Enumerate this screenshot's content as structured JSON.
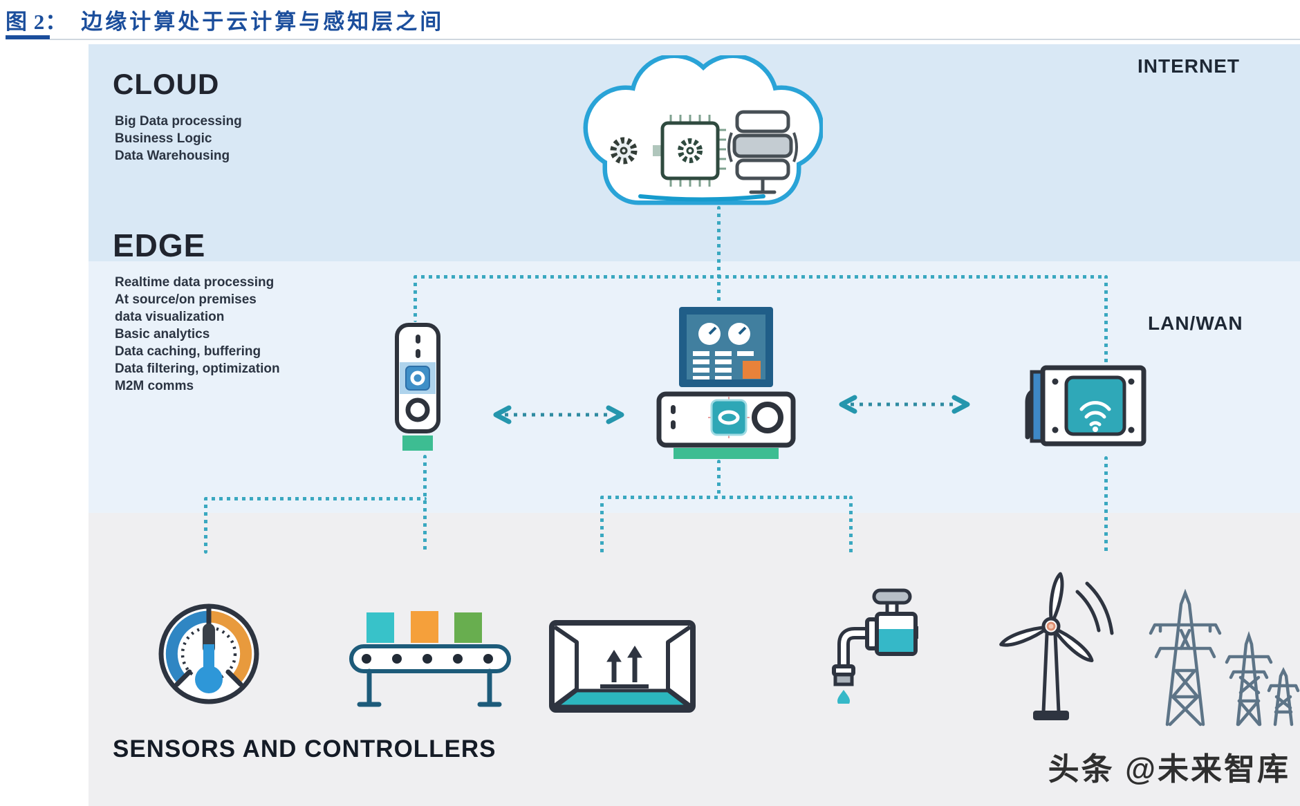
{
  "figure": {
    "label": "图 2：",
    "title": "边缘计算处于云计算与感知层之间"
  },
  "layers": {
    "cloud": {
      "heading": "CLOUD",
      "bullets": [
        "Big Data processing",
        "Business Logic",
        "Data Warehousing"
      ],
      "network_label": "INTERNET"
    },
    "edge": {
      "heading": "EDGE",
      "bullets": [
        "Realtime data processing",
        "At source/on premises",
        "data visualization",
        "Basic analytics",
        "Data caching, buffering",
        "Data filtering, optimization",
        "M2M comms"
      ],
      "network_label": "LAN/WAN"
    },
    "perception": {
      "heading": "SENSORS AND CONTROLLERS"
    }
  },
  "watermark": "头条 @未来智库",
  "icons": [
    "cloud-icon",
    "gear-icon",
    "chip-icon",
    "server-stack-icon",
    "edge-gateway-icon",
    "hmi-monitor-icon",
    "edge-server-box-icon",
    "wifi-router-icon",
    "thermometer-gauge-icon",
    "conveyor-belt-icon",
    "shipping-container-icon",
    "water-valve-icon",
    "wind-turbine-icon",
    "transmission-towers-icon"
  ],
  "colors": {
    "title_blue": "#1b4e9c",
    "band_cloud": "#d9e8f5",
    "band_edge": "#eaf2fa",
    "band_sensors": "#efeff1",
    "cloud_outline": "#29a3d7",
    "dash_teal": "#3aa8c0",
    "arrow_teal": "#2596ad",
    "device_outline": "#2e333c",
    "base_green": "#3dbd92",
    "accent_teal": "#2ea7b6",
    "accent_blue": "#3f8fc7",
    "accent_orange": "#e8823a",
    "gauge_blue": "#2f86c3",
    "gauge_orange": "#e89a3d",
    "box_teal": "#38c2c9",
    "box_orange": "#f5a03b",
    "box_green": "#68ae4f",
    "tower_slate": "#5d7487"
  }
}
